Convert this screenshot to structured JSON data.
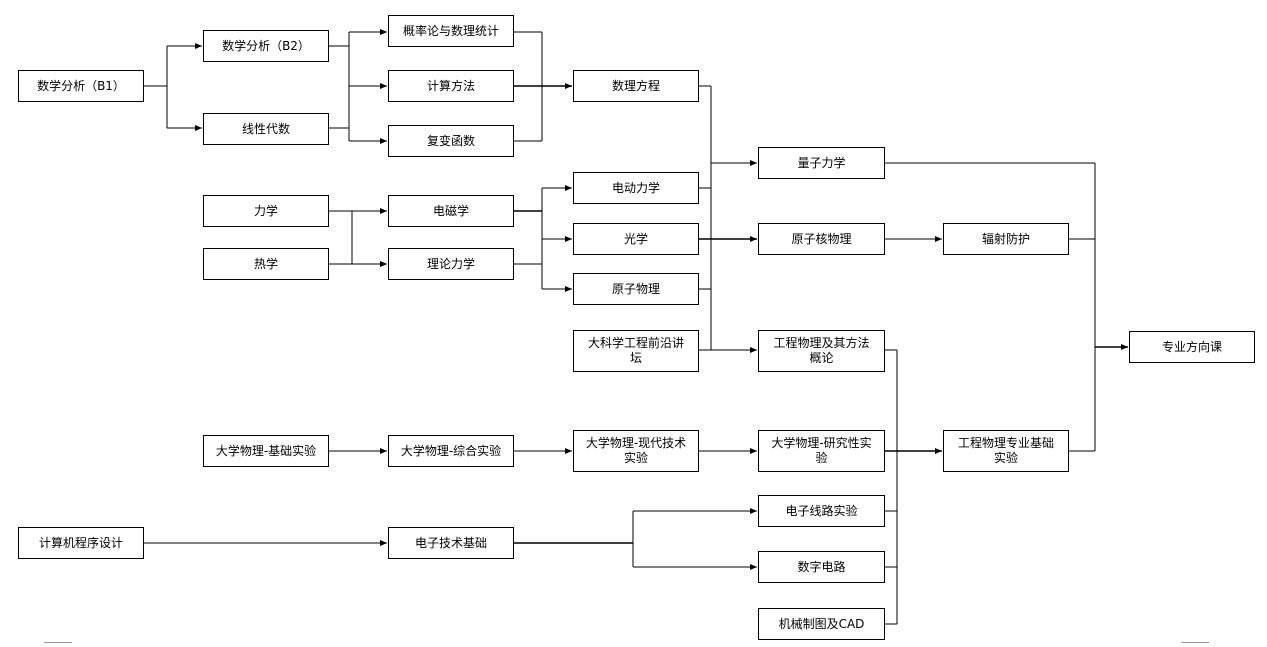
{
  "nodes": {
    "math_b1": "数学分析（B1）",
    "math_b2": "数学分析（B2）",
    "linear_algebra": "线性代数",
    "probability": "概率论与数理统计",
    "computation": "计算方法",
    "complex_functions": "复变函数",
    "math_physics_eq": "数理方程",
    "mechanics": "力学",
    "thermal": "热学",
    "electromagnetism": "电磁学",
    "theoretical_mechanics": "理论力学",
    "electrodynamics": "电动力学",
    "optics": "光学",
    "atomic_physics": "原子物理",
    "quantum_mechanics": "量子力学",
    "nuclear_physics": "原子核物理",
    "radiation_protection": "辐射防护",
    "frontier_forum": "大科学工程前沿讲\n坛",
    "eng_physics_intro": "工程物理及其方法\n概论",
    "major_direction": "专业方向课",
    "phys_lab_basic": "大学物理-基础实验",
    "phys_lab_comprehensive": "大学物理-综合实验",
    "phys_lab_modern": "大学物理-现代技术\n实验",
    "phys_lab_research": "大学物理-研究性实\n验",
    "eng_phys_major_lab": "工程物理专业基础\n实验",
    "programming": "计算机程序设计",
    "electronics_basics": "电子技术基础",
    "circuit_lab": "电子线路实验",
    "digital_circuit": "数字电路",
    "mech_drawing_cad": "机械制图及CAD"
  }
}
